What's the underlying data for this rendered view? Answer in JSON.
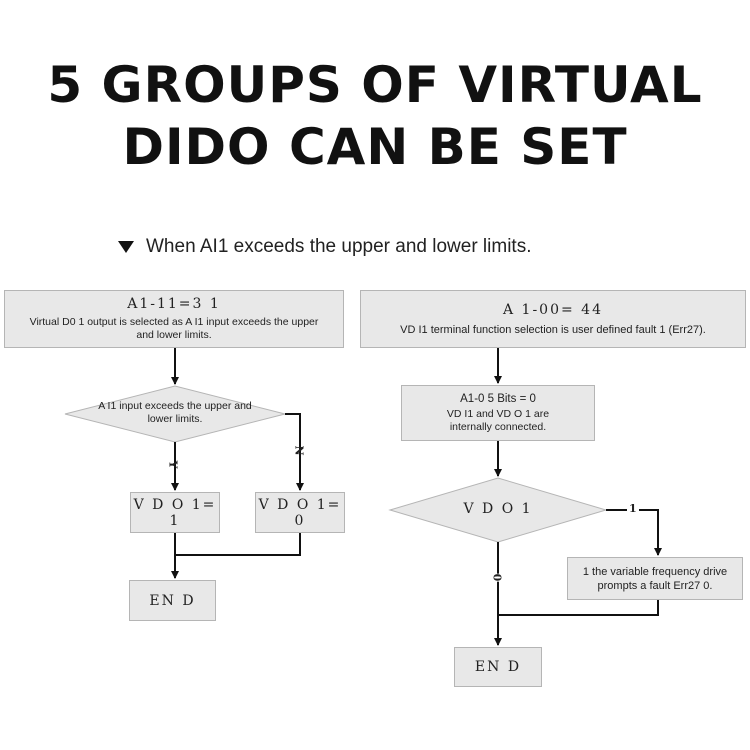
{
  "title_line1": "5 GROUPS OF VIRTUAL",
  "title_line2": "DIDO CAN BE SET",
  "subtitle": "When AI1 exceeds the upper and lower limits.",
  "left": {
    "box1_code": "A1-11=3  1",
    "box1_desc": "Virtual D0 1 output is selected as A I1 input exceeds the upper and lower limits.",
    "decision": "A I1 input exceeds the upper and lower limits.",
    "yes_label": "Y",
    "no_label": "N",
    "yes_box": "V D O 1= 1",
    "no_box": "V D O 1= 0",
    "end": "EN D"
  },
  "right": {
    "box1_code": "A 1-00= 44",
    "box1_desc": "VD I1 terminal function selection is user defined fault 1 (Err27).",
    "box2_line1": "A1-0 5 Bits = 0",
    "box2_line2": "VD I1 and VD O 1 are internally connected.",
    "decision": "V D O 1",
    "one_label": "1",
    "zero_label": "0",
    "fault_box": "1 the variable frequency drive prompts a fault Err27 0.",
    "end": "EN D"
  },
  "colors": {
    "box_fill": "#e8e8e8",
    "box_border": "#b5b5b5",
    "line": "#111111"
  }
}
